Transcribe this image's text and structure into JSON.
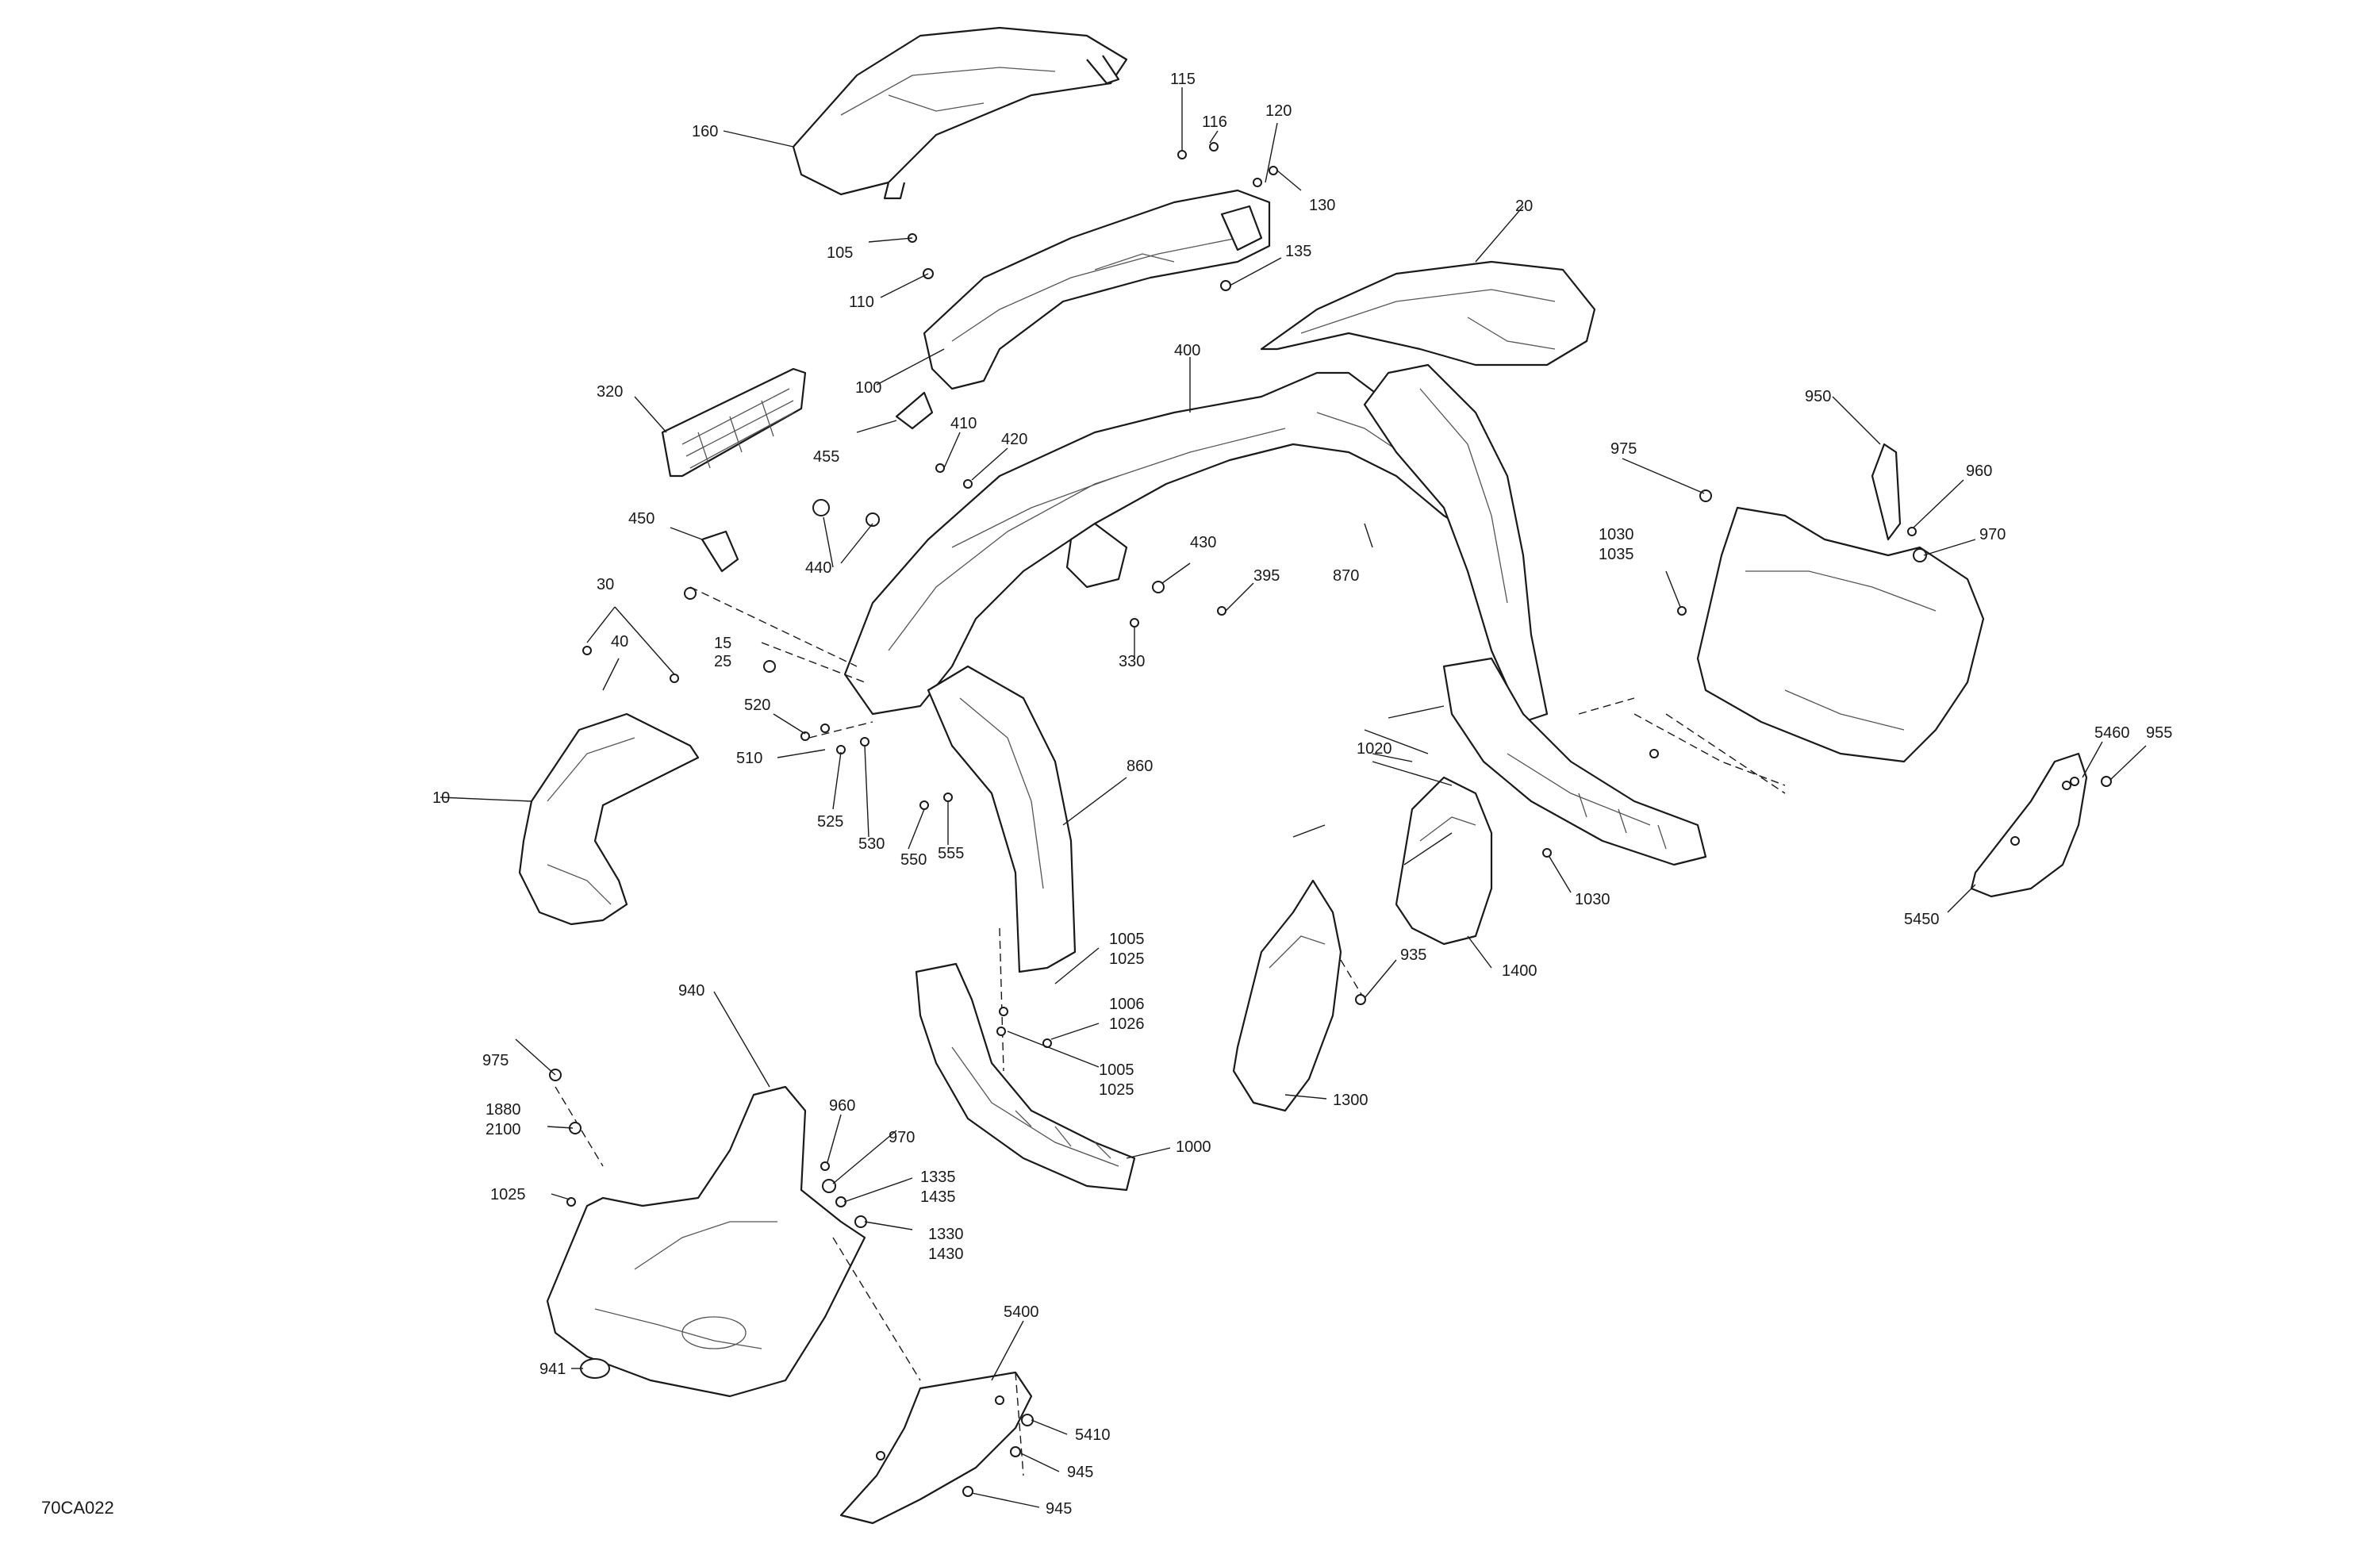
{
  "diagram_code": "70CA022",
  "labels": {
    "l10": "10",
    "l15": "15",
    "l20": "20",
    "l25": "25",
    "l30": "30",
    "l40": "40",
    "l100": "100",
    "l105": "105",
    "l110": "110",
    "l115": "115",
    "l116": "116",
    "l120": "120",
    "l130": "130",
    "l135": "135",
    "l160": "160",
    "l320": "320",
    "l330": "330",
    "l395": "395",
    "l400": "400",
    "l410": "410",
    "l420": "420",
    "l430": "430",
    "l440": "440",
    "l450": "450",
    "l455": "455",
    "l510": "510",
    "l520": "520",
    "l525": "525",
    "l530": "530",
    "l550": "550",
    "l555": "555",
    "l860": "860",
    "l870": "870",
    "l935": "935",
    "l940": "940",
    "l941": "941",
    "l945a": "945",
    "l945b": "945",
    "l950": "950",
    "l955": "955",
    "l960a": "960",
    "l960b": "960",
    "l970a": "970",
    "l970b": "970",
    "l975a": "975",
    "l975b": "975",
    "l1000": "1000",
    "l1005a": "1005",
    "l1025a": "1025",
    "l1006": "1006",
    "l1026": "1026",
    "l1005b": "1005",
    "l1025b": "1025",
    "l1020": "1020",
    "l1025c": "1025",
    "l1030a": "1030",
    "l1035": "1035",
    "l1030b": "1030",
    "l1300": "1300",
    "l1330": "1330",
    "l1430": "1430",
    "l1335": "1335",
    "l1435": "1435",
    "l1400": "1400",
    "l1880": "1880",
    "l2100": "2100",
    "l5400": "5400",
    "l5410": "5410",
    "l5450": "5450",
    "l5460": "5460"
  }
}
